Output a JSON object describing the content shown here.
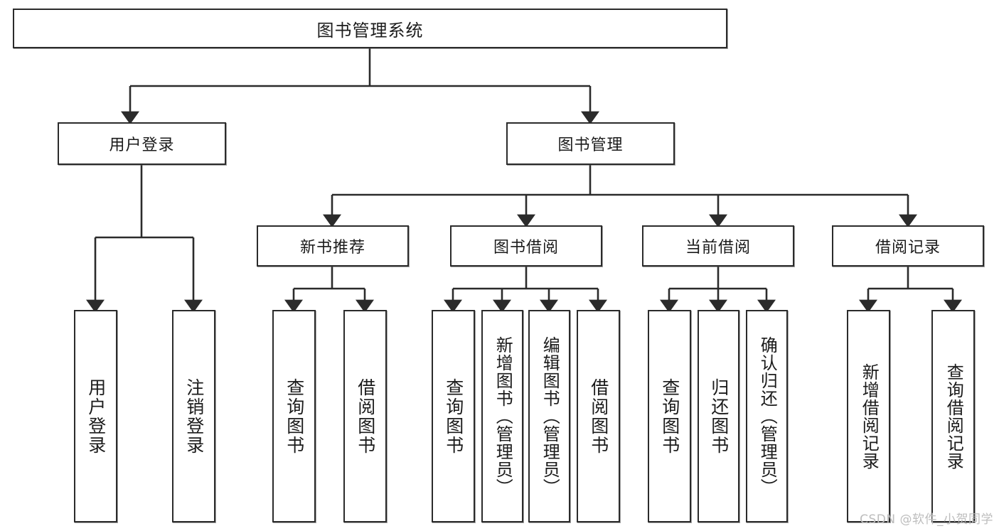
{
  "diagram": {
    "title": "图书管理系统",
    "watermark": "CSDN @软件_小贺同学",
    "accent_color": "#2b2b2b",
    "background_color": "#ffffff",
    "root": {
      "label": "图书管理系统"
    },
    "level1": [
      {
        "label": "用户登录"
      },
      {
        "label": "图书管理"
      }
    ],
    "level2": [
      {
        "label": "新书推荐"
      },
      {
        "label": "图书借阅"
      },
      {
        "label": "当前借阅"
      },
      {
        "label": "借阅记录"
      }
    ],
    "leaves": {
      "user_login": [
        {
          "label": "用户登录"
        },
        {
          "label": "注销登录"
        }
      ],
      "new_book": [
        {
          "label": "查询图书"
        },
        {
          "label": "借阅图书"
        }
      ],
      "book_borrow": [
        {
          "label": "查询图书"
        },
        {
          "label": "新增图书（管理员）"
        },
        {
          "label": "编辑图书（管理员）"
        },
        {
          "label": "借阅图书"
        }
      ],
      "current_borrow": [
        {
          "label": "查询图书"
        },
        {
          "label": "归还图书"
        },
        {
          "label": "确认归还（管理员）"
        }
      ],
      "borrow_record": [
        {
          "label": "新增借阅记录"
        },
        {
          "label": "查询借阅记录"
        }
      ]
    }
  }
}
